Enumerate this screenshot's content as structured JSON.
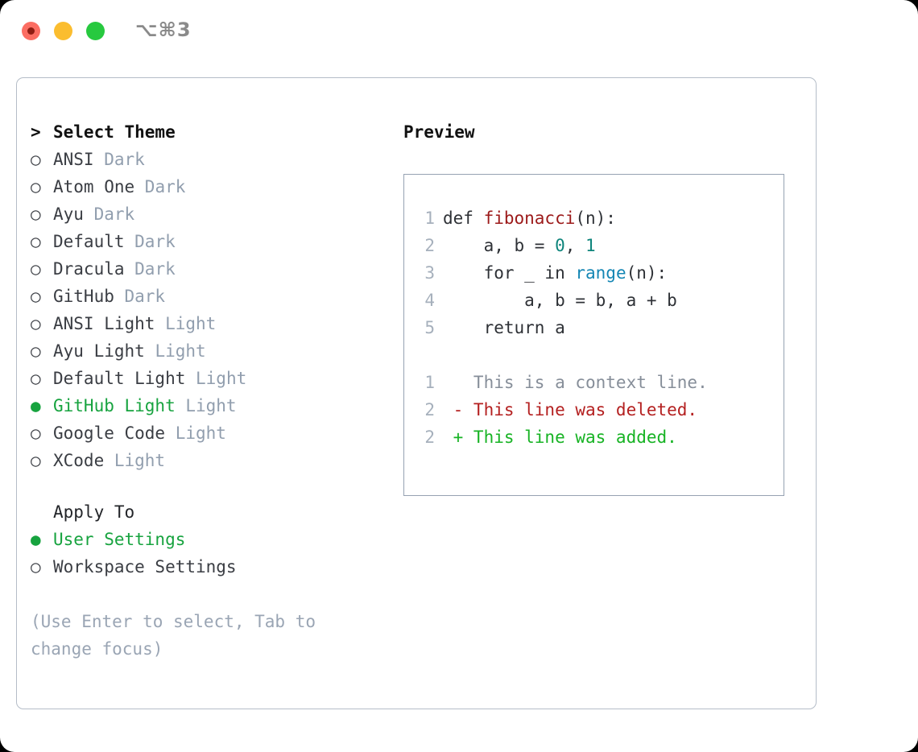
{
  "titlebar": {
    "shortcut": "⌥⌘3",
    "buttons": {
      "close": "close-dot",
      "minimize": "minimize-dot",
      "maximize": "maximize-dot"
    }
  },
  "theme_picker": {
    "heading_marker": ">",
    "heading": "Select Theme",
    "marker_selected": "●",
    "marker_unselected": "○",
    "items": [
      {
        "name": "ANSI",
        "suffix": "Dark",
        "selected": false
      },
      {
        "name": "Atom One",
        "suffix": "Dark",
        "selected": false
      },
      {
        "name": "Ayu",
        "suffix": "Dark",
        "selected": false
      },
      {
        "name": "Default",
        "suffix": "Dark",
        "selected": false
      },
      {
        "name": "Dracula",
        "suffix": "Dark",
        "selected": false
      },
      {
        "name": "GitHub",
        "suffix": "Dark",
        "selected": false
      },
      {
        "name": "ANSI Light",
        "suffix": "Light",
        "selected": false
      },
      {
        "name": "Ayu Light",
        "suffix": "Light",
        "selected": false
      },
      {
        "name": "Default Light",
        "suffix": "Light",
        "selected": false
      },
      {
        "name": "GitHub Light",
        "suffix": "Light",
        "selected": true
      },
      {
        "name": "Google Code",
        "suffix": "Light",
        "selected": false
      },
      {
        "name": "XCode",
        "suffix": "Light",
        "selected": false
      }
    ]
  },
  "apply_to": {
    "header": "Apply To",
    "items": [
      {
        "name": "User Settings",
        "selected": true
      },
      {
        "name": "Workspace Settings",
        "selected": false
      }
    ]
  },
  "hint": "(Use Enter to select, Tab to change focus)",
  "preview": {
    "title": "Preview",
    "code": [
      {
        "lineno": "1",
        "tokens": [
          {
            "t": "def ",
            "c": "plain"
          },
          {
            "t": "fibonacci",
            "c": "fn"
          },
          {
            "t": "(n):",
            "c": "plain"
          }
        ]
      },
      {
        "lineno": "2",
        "tokens": [
          {
            "t": "    a, b = ",
            "c": "plain"
          },
          {
            "t": "0",
            "c": "num"
          },
          {
            "t": ", ",
            "c": "plain"
          },
          {
            "t": "1",
            "c": "num"
          }
        ]
      },
      {
        "lineno": "3",
        "tokens": [
          {
            "t": "    for _ in ",
            "c": "plain"
          },
          {
            "t": "range",
            "c": "call"
          },
          {
            "t": "(n):",
            "c": "plain"
          }
        ]
      },
      {
        "lineno": "4",
        "tokens": [
          {
            "t": "        a, b = b, a + b",
            "c": "plain"
          }
        ]
      },
      {
        "lineno": "5",
        "tokens": [
          {
            "t": "    return a",
            "c": "plain"
          }
        ]
      }
    ],
    "diff": [
      {
        "lineno": "1",
        "sign": " ",
        "text": "This is a context line.",
        "kind": "ctx"
      },
      {
        "lineno": "2",
        "sign": "-",
        "text": "This line was deleted.",
        "kind": "del"
      },
      {
        "lineno": "2",
        "sign": "+",
        "text": "This line was added.",
        "kind": "add"
      }
    ]
  },
  "colors": {
    "accent_green": "#17a33f",
    "muted": "#919eae",
    "border": "#b5bdc8",
    "preview_border": "#96a2b2",
    "code_fn": "#9c1a1a",
    "code_num": "#0f857c",
    "code_call": "#1486b4",
    "diff_add": "#17b324",
    "diff_del": "#b42020"
  }
}
